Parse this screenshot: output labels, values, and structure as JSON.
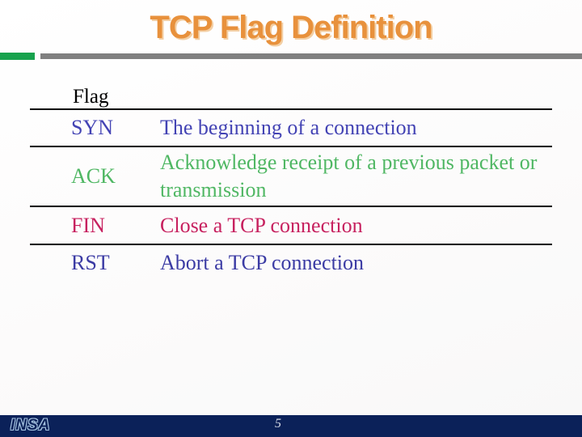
{
  "slide": {
    "title": "TCP Flag Definition",
    "table": {
      "header": "Flag",
      "rows": [
        {
          "flag": "SYN",
          "definition": "The beginning of a connection",
          "color": "#4343B4"
        },
        {
          "flag": "ACK",
          "definition": "Acknowledge receipt of a previous packet or transmission",
          "color": "#4FB763"
        },
        {
          "flag": "FIN",
          "definition": "Close a TCP connection",
          "color": "#C7215F"
        },
        {
          "flag": "RST",
          "definition": "Abort a TCP connection",
          "color": "#3B3BA4"
        }
      ]
    },
    "footer": {
      "logo_text": "INSA",
      "page_number": "5"
    },
    "colors": {
      "title_orange": "#E8913C",
      "title_shadow": "#F3CFA4",
      "rule_green": "#17A24D",
      "rule_gray": "#808080",
      "footer_navy": "#0B2159",
      "logo_outline": "#A9C6E4",
      "page_number_text": "#D9DEE9",
      "table_line": "#000000",
      "header_text": "#000000"
    }
  }
}
